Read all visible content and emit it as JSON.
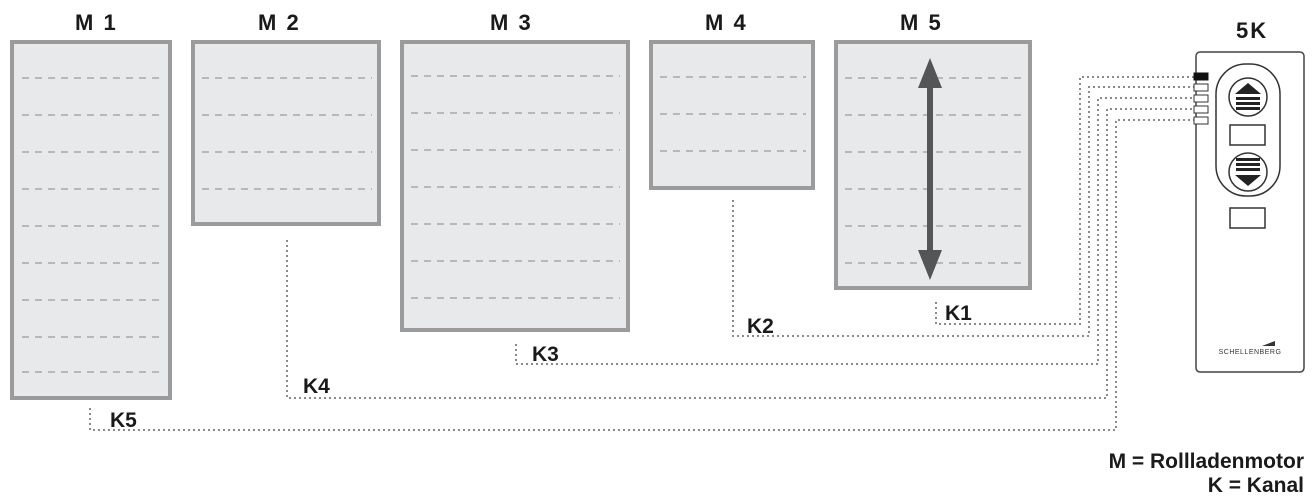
{
  "motors": [
    {
      "label": "M 1",
      "slats": 9
    },
    {
      "label": "M 2",
      "slats": 4
    },
    {
      "label": "M 3",
      "slats": 7
    },
    {
      "label": "M 4",
      "slats": 3
    },
    {
      "label": "M 5",
      "slats": 6
    }
  ],
  "channels": [
    {
      "label": "K1",
      "motor": "M 5"
    },
    {
      "label": "K2",
      "motor": "M 4"
    },
    {
      "label": "K3",
      "motor": "M 3"
    },
    {
      "label": "K4",
      "motor": "M 2"
    },
    {
      "label": "K5",
      "motor": "M 1"
    }
  ],
  "remote": {
    "title": "5K",
    "brand": "SCHELLENBERG",
    "channel_count": 5,
    "active_channel": 1
  },
  "legend": {
    "motor": "M = Rollladenmotor",
    "channel": "K = Kanal"
  },
  "colors": {
    "shutter_fill": "#e8e9eb",
    "shutter_border": "#9b9b9b",
    "wire": "#8a8a8a",
    "arrow": "#555555"
  },
  "icons": [
    "up-arrow-icon",
    "down-arrow-icon",
    "up-button-icon",
    "down-button-icon",
    "schellenberg-logo-icon"
  ]
}
